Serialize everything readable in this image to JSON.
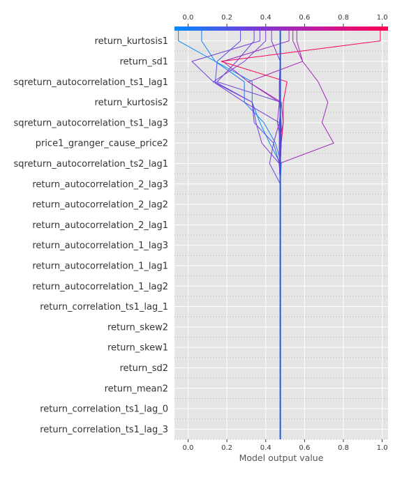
{
  "chart_data": {
    "type": "line",
    "title": "",
    "xlabel": "Model output value",
    "ylabel": "",
    "xlim": [
      -0.07,
      1.03
    ],
    "x_ticks": [
      "0.0",
      "0.2",
      "0.4",
      "0.6",
      "0.8",
      "1.0"
    ],
    "top_ticks": [
      "0.0",
      "0.2",
      "0.4",
      "0.6",
      "0.8",
      "1.0"
    ],
    "grid": true,
    "colormap": [
      "#008bfb",
      "#6a43e0",
      "#c21b9f",
      "#ff0052"
    ],
    "base_value": 0.475,
    "features": [
      "return_kurtosis1",
      "return_sd1",
      "sqreturn_autocorrelation_ts1_lag1",
      "return_kurtosis2",
      "sqreturn_autocorrelation_ts1_lag3",
      "price1_granger_cause_price2",
      "sqreturn_autocorrelation_ts2_lag1",
      "return_autocorrelation_2_lag3",
      "return_autocorrelation_2_lag2",
      "return_autocorrelation_2_lag1",
      "return_autocorrelation_1_lag3",
      "return_autocorrelation_1_lag1",
      "return_autocorrelation_1_lag2",
      "return_correlation_ts1_lag_1",
      "return_skew2",
      "return_skew1",
      "return_sd2",
      "return_mean2",
      "return_correlation_ts1_lag_0",
      "return_correlation_ts1_lag_3"
    ],
    "series": [
      {
        "values": [
          0.475,
          0.475,
          0.475,
          0.475,
          0.475,
          0.475,
          0.475,
          0.475,
          0.475,
          0.475,
          0.475,
          0.475,
          0.475,
          0.48,
          0.45,
          0.39,
          0.29,
          0.29,
          0.14,
          0.07
        ]
      },
      {
        "values": [
          0.475,
          0.475,
          0.475,
          0.475,
          0.475,
          0.475,
          0.475,
          0.475,
          0.475,
          0.475,
          0.475,
          0.475,
          0.475,
          0.475,
          0.42,
          0.37,
          0.33,
          0.33,
          0.14,
          -0.05
        ]
      },
      {
        "values": [
          0.475,
          0.475,
          0.475,
          0.475,
          0.475,
          0.475,
          0.475,
          0.475,
          0.475,
          0.475,
          0.475,
          0.475,
          0.475,
          0.47,
          0.44,
          0.34,
          0.33,
          0.14,
          0.15,
          0.27
        ]
      },
      {
        "values": [
          0.475,
          0.475,
          0.475,
          0.475,
          0.475,
          0.475,
          0.475,
          0.475,
          0.475,
          0.475,
          0.475,
          0.475,
          0.475,
          0.47,
          0.38,
          0.35,
          0.33,
          0.13,
          0.29,
          0.4
        ]
      },
      {
        "values": [
          0.475,
          0.475,
          0.475,
          0.475,
          0.475,
          0.475,
          0.475,
          0.475,
          0.475,
          0.475,
          0.475,
          0.475,
          0.475,
          0.47,
          0.47,
          0.47,
          0.48,
          0.15,
          0.25,
          0.34
        ]
      },
      {
        "values": [
          0.475,
          0.475,
          0.475,
          0.475,
          0.475,
          0.475,
          0.475,
          0.475,
          0.475,
          0.475,
          0.475,
          0.475,
          0.475,
          0.42,
          0.44,
          0.47,
          0.29,
          0.13,
          0.02,
          0.37
        ]
      },
      {
        "values": [
          0.475,
          0.475,
          0.475,
          0.475,
          0.475,
          0.475,
          0.475,
          0.475,
          0.475,
          0.475,
          0.475,
          0.475,
          0.475,
          0.47,
          0.47,
          0.49,
          0.48,
          0.31,
          0.59,
          0.56
        ]
      },
      {
        "values": [
          0.475,
          0.475,
          0.475,
          0.475,
          0.475,
          0.475,
          0.475,
          0.475,
          0.475,
          0.475,
          0.475,
          0.475,
          0.475,
          0.475,
          0.48,
          0.46,
          0.47,
          0.31,
          0.18,
          0.52
        ]
      },
      {
        "values": [
          0.475,
          0.475,
          0.475,
          0.475,
          0.475,
          0.475,
          0.475,
          0.475,
          0.475,
          0.475,
          0.475,
          0.475,
          0.475,
          0.475,
          0.48,
          0.49,
          0.49,
          0.51,
          0.17,
          0.99
        ]
      },
      {
        "values": [
          0.475,
          0.475,
          0.475,
          0.475,
          0.475,
          0.475,
          0.475,
          0.475,
          0.475,
          0.475,
          0.475,
          0.475,
          0.475,
          0.47,
          0.75,
          0.69,
          0.72,
          0.67,
          0.59,
          0.54
        ]
      },
      {
        "values": [
          0.475,
          0.475,
          0.475,
          0.475,
          0.475,
          0.475,
          0.475,
          0.475,
          0.475,
          0.475,
          0.475,
          0.475,
          0.475,
          0.475,
          0.48,
          0.48,
          0.47,
          0.47,
          0.475,
          0.43
        ]
      }
    ]
  }
}
